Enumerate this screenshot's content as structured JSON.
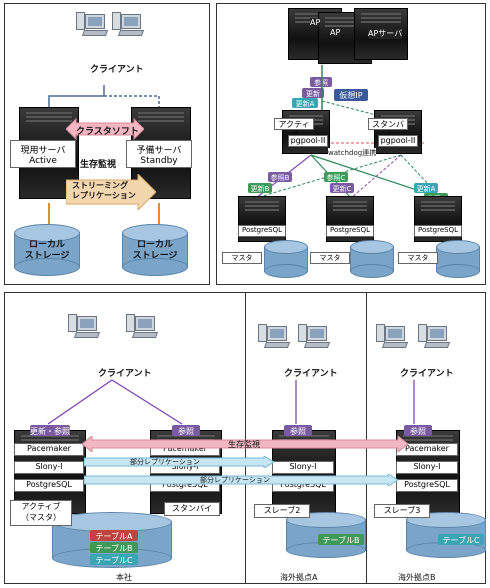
{
  "top_left": {
    "client": "クライアント",
    "active_server": "現用サーバ\nActive",
    "standby_server": "予備サーバ\nStandby",
    "cluster_software": "クラスタソフト",
    "heartbeat": "生存監視",
    "streaming_replication": "ストリーミング\nレプリケーション",
    "local_storage_left": "ローカル\nストレージ",
    "local_storage_right": "ローカル\nストレージ"
  },
  "top_right": {
    "ap_servers": [
      "AP",
      "AP",
      "APサーバ"
    ],
    "virtual_ip": "仮想IP",
    "tags_top": [
      "参照",
      "更新",
      "更新A"
    ],
    "active": "アクティブ",
    "standby": "スタンバイ",
    "pgpool_left": "pgpool-II",
    "pgpool_right": "pgpool-II",
    "watchdog": "watchdog連携",
    "tags_mid": [
      "参照B",
      "参照C",
      "更新B",
      "更新C"
    ],
    "tags_low": [
      "更新A",
      "参照A"
    ],
    "pg_labels": [
      "PostgreSQL",
      "PostgreSQL",
      "PostgreSQL"
    ],
    "master_labels": [
      "マスタ",
      "マスタ",
      "マスタ"
    ]
  },
  "bottom": {
    "client_hq": "クライアント",
    "client_a": "クライアント",
    "client_b": "クライアント",
    "tag_update_ref": "更新・参照",
    "tag_ref": "参照",
    "tag_ref_a": "参照",
    "tag_ref_b": "参照",
    "pacemaker": "Pacemaker",
    "slony": "Slony-I",
    "postgresql": "PostgreSQL",
    "pacemaker_right": "Pacemaker",
    "slony_right": "Slony-I",
    "postgresql_right": "PostgreSQL",
    "slony_a": "Slony-I",
    "postgresql_a": "PostgreSQL",
    "postgresql_b": "PostgreSQL",
    "pacemaker_a": "Pacemaker",
    "slony_b": "Slony-I",
    "arrow_survival": "生存監視",
    "arrow_partial_rep1": "部分レプリケーション",
    "arrow_partial_rep2": "部分レプリケーション",
    "active_master": "アクティブ\n（マスタ）",
    "standby": "スタンバイ",
    "slave2": "スレーブ2",
    "slave3": "スレーブ3",
    "table_a": "テーブルA",
    "table_b": "テーブルB",
    "table_c": "テーブルC",
    "table_b_a": "テーブルB",
    "table_c_b": "テーブルC",
    "region_hq": "本社",
    "region_a": "海外拠点A",
    "region_b": "海外拠点B"
  }
}
